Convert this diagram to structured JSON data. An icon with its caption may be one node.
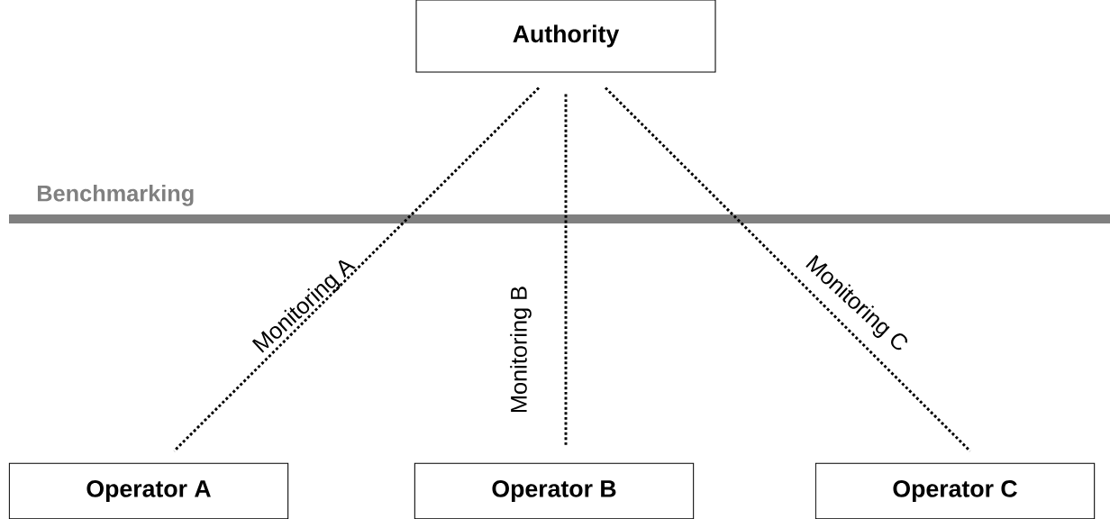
{
  "diagram": {
    "nodes": [
      {
        "text": [
          "Authority"
        ]
      },
      {
        "text": [
          "Operator A"
        ]
      },
      {
        "text": [
          "Operator B"
        ]
      },
      {
        "text": [
          "Operator C"
        ]
      }
    ],
    "edges": [
      {
        "from": 0,
        "to": 1,
        "arrow": "none",
        "style": "dashed",
        "label": "Monitoring A"
      },
      {
        "from": 0,
        "to": 2,
        "arrow": "none",
        "style": "dashed",
        "label": "Monitoring B"
      },
      {
        "from": 0,
        "to": 3,
        "arrow": "none",
        "style": "dashed",
        "label": "Monitoring C"
      }
    ],
    "labels": [
      "Benchmarking"
    ]
  }
}
